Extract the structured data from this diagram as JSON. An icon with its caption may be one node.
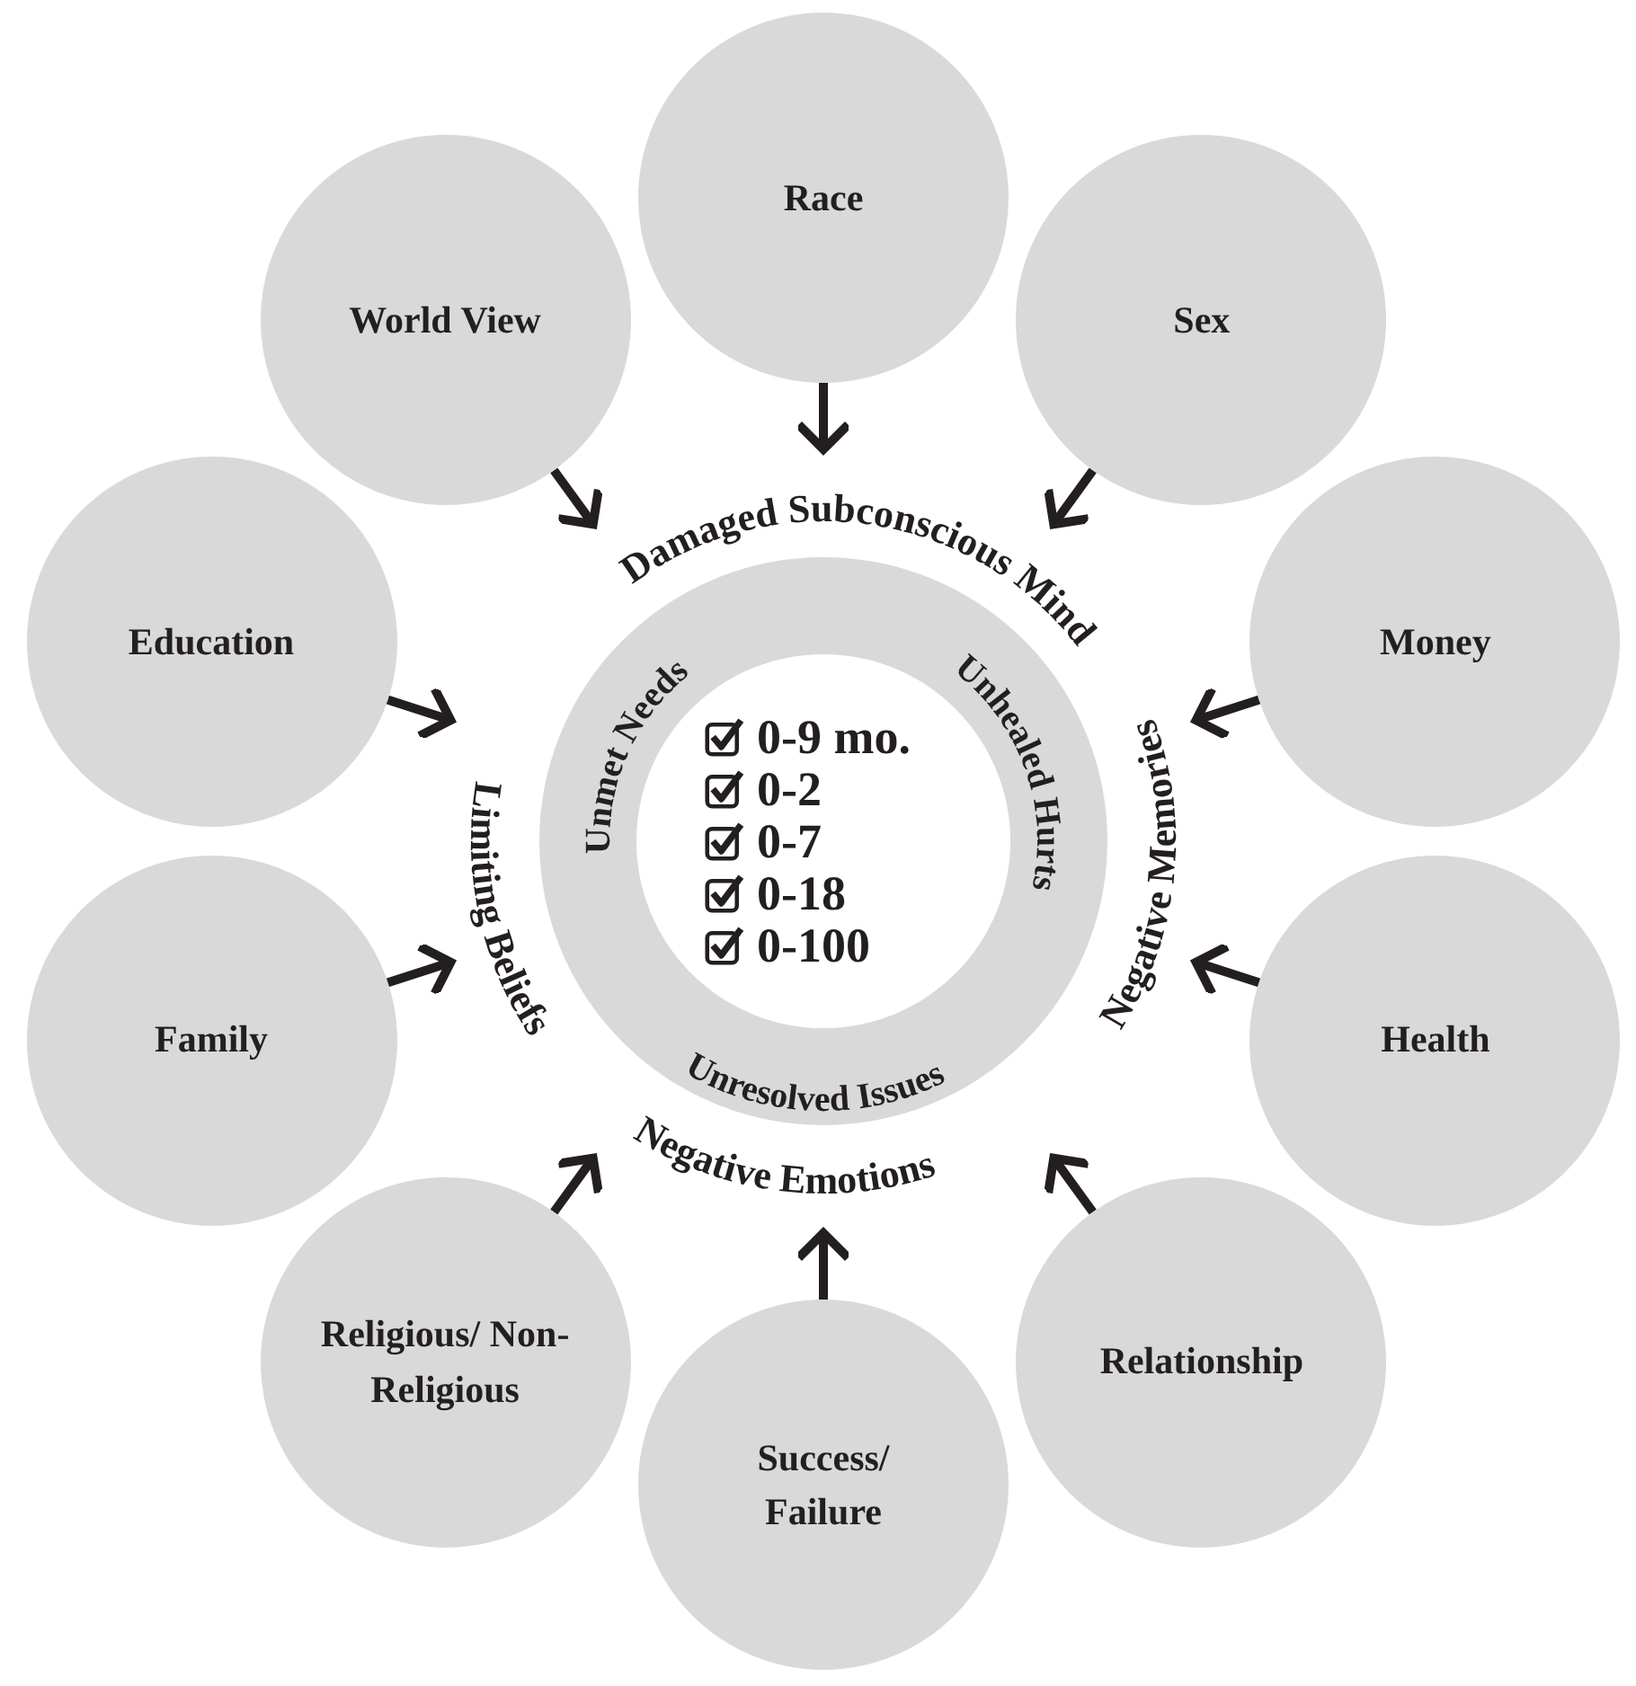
{
  "diagram": {
    "nodes": [
      {
        "text": [
          "Race"
        ]
      },
      {
        "text": [
          "World View"
        ]
      },
      {
        "text": [
          "Sex"
        ]
      },
      {
        "text": [
          "Education"
        ]
      },
      {
        "text": [
          "Money"
        ]
      },
      {
        "text": [
          "Family"
        ]
      },
      {
        "text": [
          "Health"
        ]
      },
      {
        "text": [
          "Religious/ Non-Religious"
        ]
      },
      {
        "text": [
          "Relationship"
        ]
      },
      {
        "text": [
          "Success/ Failure"
        ]
      },
      {
        "text": [
          "Damaged Subconscious Mind",
          "Negative Memories",
          "Negative Emotions",
          "Limiting Beliefs",
          "Unmet Needs",
          "Unhealed Hurts",
          "Unresolved Issues"
        ]
      },
      {
        "text": [
          "0-9 mo.",
          "0-2",
          "0-7",
          "0-18",
          "0-100"
        ],
        "in": 10
      }
    ],
    "edges": [
      {
        "from": 0,
        "to": 10,
        "arrow": "to"
      },
      {
        "from": 1,
        "to": 10,
        "arrow": "to"
      },
      {
        "from": 2,
        "to": 10,
        "arrow": "to"
      },
      {
        "from": 3,
        "to": 10,
        "arrow": "to"
      },
      {
        "from": 4,
        "to": 10,
        "arrow": "to"
      },
      {
        "from": 5,
        "to": 10,
        "arrow": "to"
      },
      {
        "from": 6,
        "to": 10,
        "arrow": "to"
      },
      {
        "from": 7,
        "to": 10,
        "arrow": "to"
      },
      {
        "from": 8,
        "to": 10,
        "arrow": "to"
      },
      {
        "from": 9,
        "to": 10,
        "arrow": "to"
      }
    ]
  }
}
